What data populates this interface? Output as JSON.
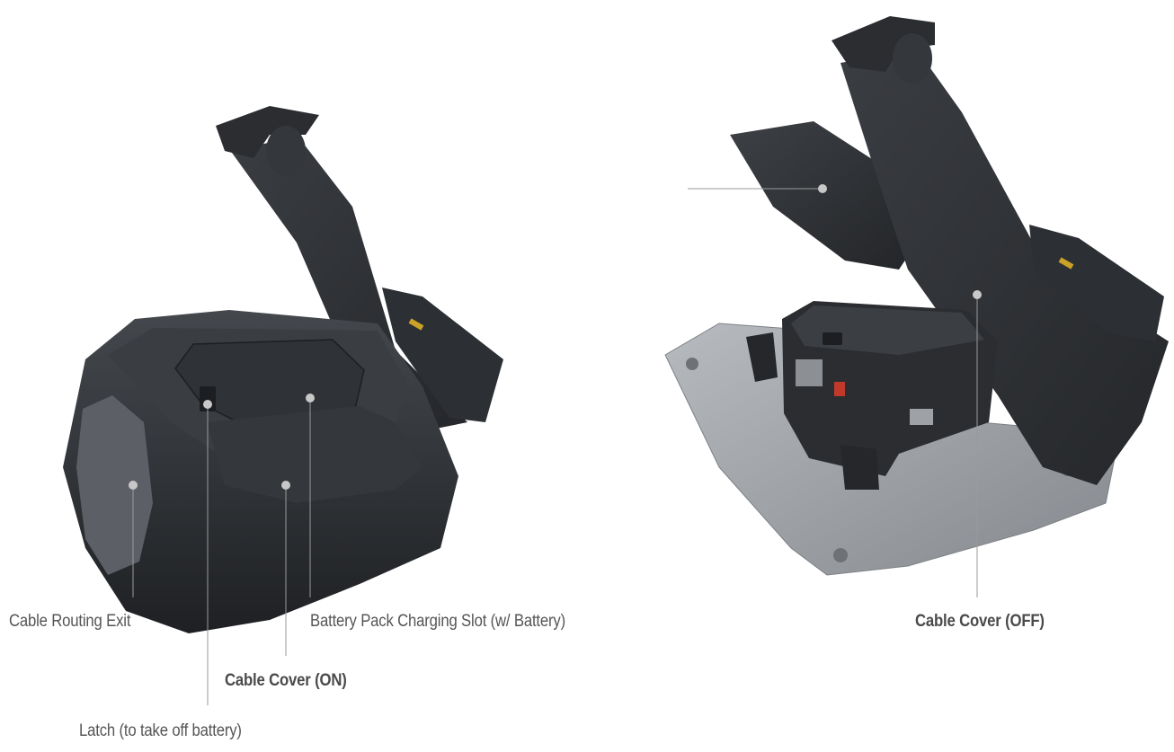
{
  "labels": {
    "cable_routing_exit": "Cable Routing Exit",
    "battery_slot": "Battery Pack Charging Slot (w/ Battery)",
    "cable_cover_on": "Cable Cover (ON)",
    "latch": "Latch (to take off battery)",
    "cable_cover_off": "Cable Cover (OFF)"
  },
  "colors": {
    "device_dark": "#2a2c2f",
    "device_mid": "#3a3d41",
    "device_light": "#4b4f54",
    "plate": "#9a9ea3",
    "leader_line": "#9a9a9a",
    "marker": "#c8c8c8",
    "connector_yellow": "#c9a227",
    "port_red": "#c0392b"
  }
}
